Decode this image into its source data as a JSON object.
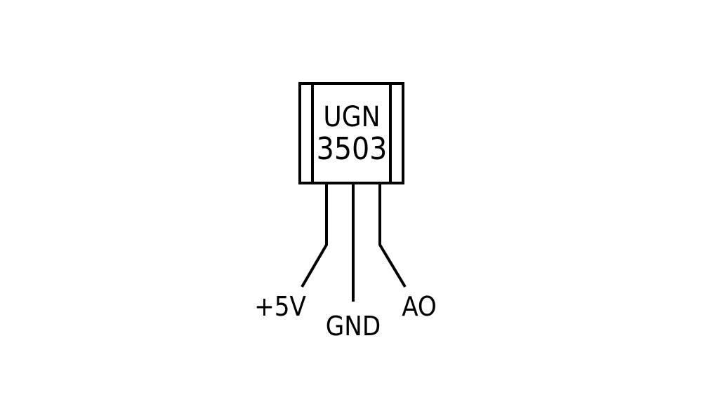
{
  "component": {
    "name_line1": "UGN",
    "name_line2": "3503"
  },
  "pins": [
    {
      "label": "+5V"
    },
    {
      "label": "GND"
    },
    {
      "label": "AO"
    }
  ],
  "colors": {
    "stroke": "#000000",
    "background": "#ffffff"
  }
}
